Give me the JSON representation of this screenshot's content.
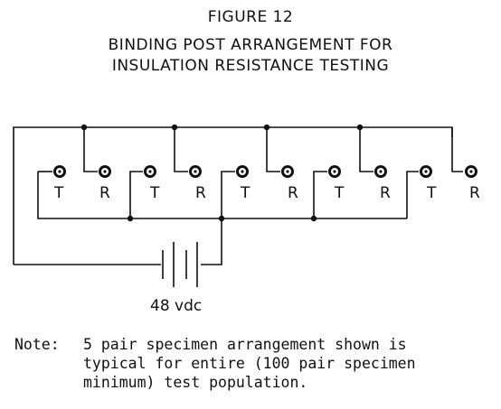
{
  "figure": {
    "title": "FIGURE 12",
    "subtitle_line1": "BINDING POST ARRANGEMENT FOR",
    "subtitle_line2": "INSULATION RESISTANCE TESTING"
  },
  "posts": [
    {
      "label": "T"
    },
    {
      "label": "R"
    },
    {
      "label": "T"
    },
    {
      "label": "R"
    },
    {
      "label": "T"
    },
    {
      "label": "R"
    },
    {
      "label": "T"
    },
    {
      "label": "R"
    },
    {
      "label": "T"
    },
    {
      "label": "R"
    }
  ],
  "battery": {
    "label": "48 vdc"
  },
  "note": {
    "label": "Note:",
    "line1": "5 pair specimen arrangement shown is",
    "line2": "typical for entire (100 pair specimen",
    "line3": "minimum) test population."
  }
}
